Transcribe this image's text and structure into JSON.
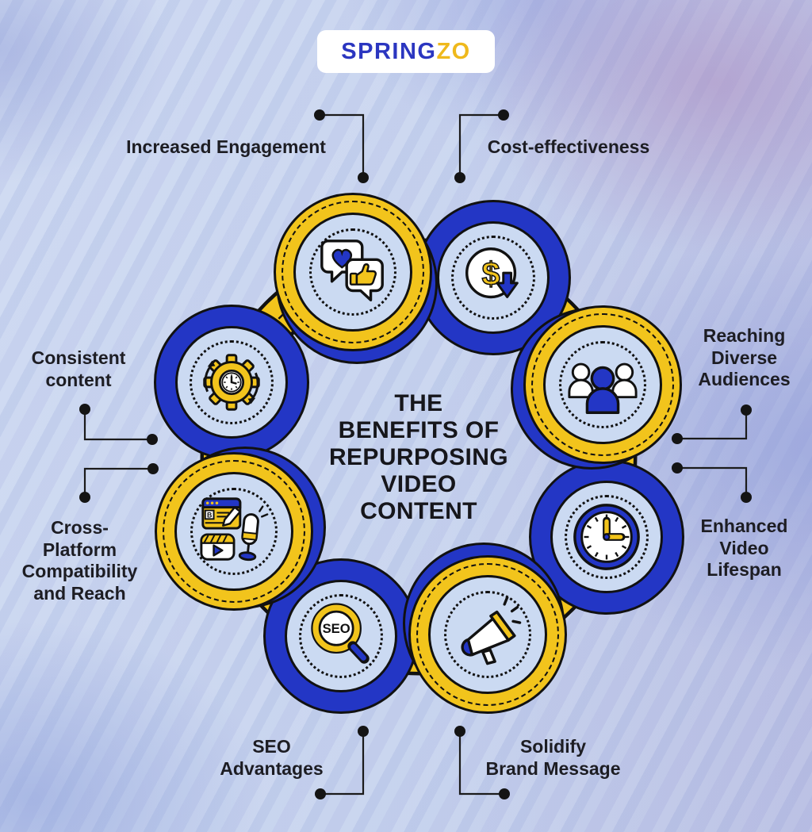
{
  "logo": {
    "part1": "SPRING",
    "part2": "ZO"
  },
  "title": {
    "text": "THE\nBENEFITS OF\nREPURPOSING\nVIDEO\nCONTENT"
  },
  "benefits": [
    {
      "id": "increased-engagement",
      "label": "Increased Engagement",
      "icon": "heart-thumbsup-chat-icon",
      "ring": "yellow"
    },
    {
      "id": "cost-effectiveness",
      "label": "Cost-effectiveness",
      "icon": "dollar-savings-arrow-icon",
      "ring": "blue"
    },
    {
      "id": "reaching-diverse-audiences",
      "label": "Reaching\nDiverse\nAudiences",
      "icon": "audience-people-icon",
      "ring": "yellow"
    },
    {
      "id": "enhanced-video-lifespan",
      "label": "Enhanced\nVideo\nLifespan",
      "icon": "clock-icon",
      "ring": "blue"
    },
    {
      "id": "solidify-brand-message",
      "label": "Solidify\nBrand Message",
      "icon": "megaphone-icon",
      "ring": "yellow"
    },
    {
      "id": "seo-advantages",
      "label": "SEO\nAdvantages",
      "icon": "seo-magnifier-icon",
      "ring": "blue",
      "icon_text": "SEO"
    },
    {
      "id": "cross-platform",
      "label": "Cross-\nPlatform\nCompatibility\nand Reach",
      "icon": "multi-format-content-icon",
      "ring": "yellow",
      "icon_text": "B"
    },
    {
      "id": "consistent-content",
      "label": "Consistent\ncontent",
      "icon": "gear-clock-cycle-icon",
      "ring": "blue"
    }
  ],
  "colors": {
    "blue": "#2336c5",
    "yellow": "#f2c41c",
    "disc": "#cbdaf2",
    "outline": "#111111",
    "background": "#c7d4ee",
    "text": "#1d1d23",
    "logo_blue": "#2b36c0",
    "logo_yellow": "#efb91c"
  }
}
